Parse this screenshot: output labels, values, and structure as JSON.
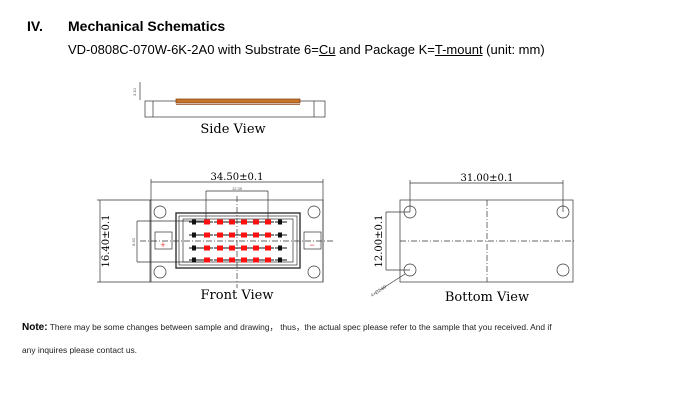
{
  "section": {
    "number": "IV.",
    "title": "Mechanical Schematics"
  },
  "subtitle": {
    "part1": "VD-0808C-070W-6K-2A0 with Substrate 6=",
    "substrate": "Cu",
    "part2": " and Package K=",
    "package": "T-mount",
    "part3": " (unit: mm)"
  },
  "drawings": {
    "side_view": {
      "label": "Side View",
      "dim_height": "3.10"
    },
    "front_view": {
      "label": "Front View",
      "dim_width": "34.50±0.1",
      "dim_height": "16.40±0.1",
      "dim_inner_width": "12.35",
      "dim_inner_height": "8.30",
      "plus": "+",
      "minus": "−"
    },
    "bottom_view": {
      "label": "Bottom View",
      "dim_width": "31.00±0.1",
      "dim_height": "12.00±0.1",
      "dim_holes": "4×Ø2.60"
    }
  },
  "colors": {
    "led": "#ff1010",
    "strip": "#c8742a"
  },
  "note": {
    "label": "Note:",
    "line1": "There may be some changes between sample and drawing， thus，the actual spec please refer to the sample that you received. And if",
    "line2": "any inquires please contact us."
  }
}
